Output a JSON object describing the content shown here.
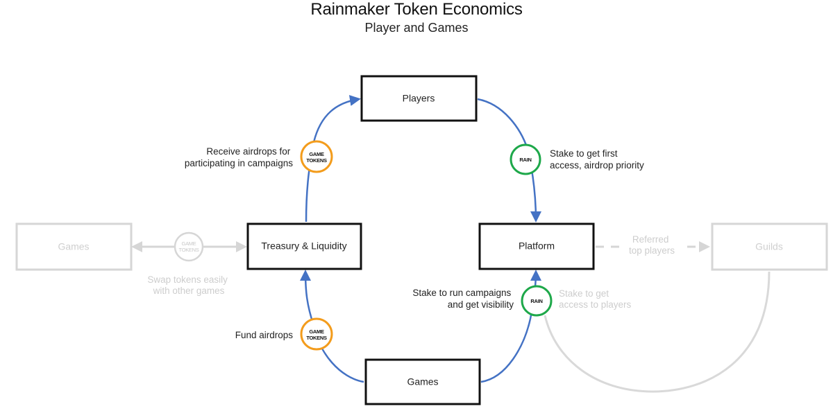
{
  "header": {
    "title": "Rainmaker Token Economics",
    "subtitle": "Player and Games"
  },
  "colors": {
    "flow": "#4472c4",
    "game_token": "#f39c1c",
    "rain_token": "#1ea84a",
    "node_border": "#111111",
    "faded": "#d6d6d6"
  },
  "nodes": {
    "players": "Players",
    "treasury": "Treasury & Liquidity",
    "platform": "Platform",
    "games": "Games",
    "external_games": "Games",
    "guilds": "Guilds"
  },
  "tokens": {
    "game_tokens_line1": "GAME",
    "game_tokens_line2": "TOKENS",
    "rain": "RAIN"
  },
  "annotations": {
    "receive_airdrops": [
      "Receive airdrops for",
      "participating in campaigns"
    ],
    "stake_first_access": [
      "Stake to get first",
      "access, airdrop priority"
    ],
    "stake_run_campaigns": [
      "Stake to run campaigns",
      "and get visibility"
    ],
    "fund_airdrops": [
      "Fund airdrops"
    ],
    "swap_tokens": [
      "Swap tokens easily",
      "with other games"
    ],
    "referred_players": [
      "Referred",
      "top players"
    ],
    "stake_access_players": [
      "Stake to get",
      "access to players"
    ]
  }
}
